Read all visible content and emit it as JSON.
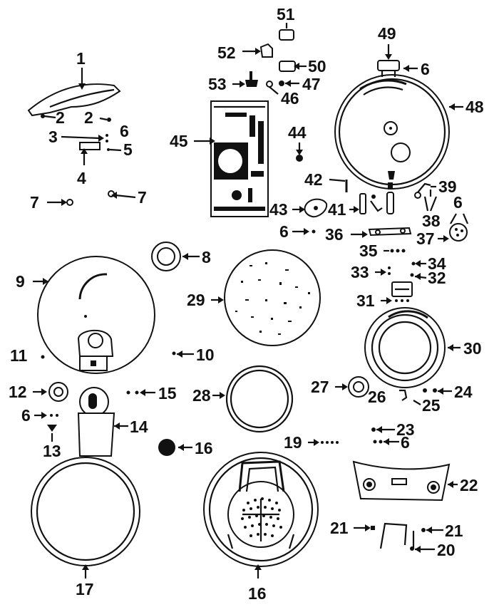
{
  "part_numbers": {
    "p1": "1",
    "p2a": "2",
    "p2b": "2",
    "p3": "3",
    "p4": "4",
    "p5": "5",
    "p6a": "6",
    "p6b": "6",
    "p6c": "6",
    "p6d": "6",
    "p6e": "6",
    "p6f": "6",
    "p7a": "7",
    "p7b": "7",
    "p8": "8",
    "p9": "9",
    "p10": "10",
    "p11": "11",
    "p12": "12",
    "p13": "13",
    "p14": "14",
    "p15": "15",
    "p16a": "16",
    "p16b": "16",
    "p17": "17",
    "p19": "19",
    "p20": "20",
    "p21a": "21",
    "p21b": "21",
    "p22": "22",
    "p23": "23",
    "p24": "24",
    "p25": "25",
    "p26": "26",
    "p27": "27",
    "p28": "28",
    "p29": "29",
    "p30": "30",
    "p31": "31",
    "p32": "32",
    "p33": "33",
    "p34": "34",
    "p35": "35",
    "p36": "36",
    "p37": "37",
    "p38": "38",
    "p39": "39",
    "p41": "41",
    "p42": "42",
    "p43": "43",
    "p44": "44",
    "p45": "45",
    "p46": "46",
    "p47": "47",
    "p48": "48",
    "p49": "49",
    "p50": "50",
    "p51": "51",
    "p52": "52",
    "p53": "53"
  },
  "icons": [
    "handle",
    "lid",
    "gasket",
    "base-unit",
    "pot",
    "float-valve",
    "pressure-valve"
  ]
}
